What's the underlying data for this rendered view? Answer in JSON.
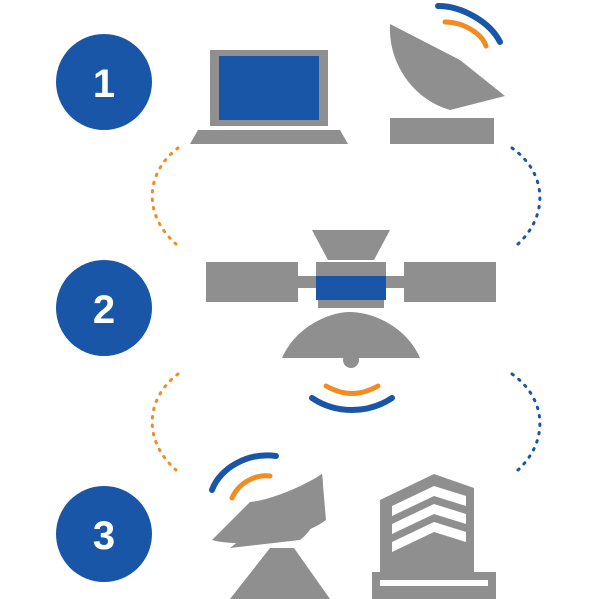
{
  "steps": [
    {
      "number": "1"
    },
    {
      "number": "2"
    },
    {
      "number": "3"
    }
  ],
  "colors": {
    "step_badge": "#1a56a8",
    "icon_gray": "#8f8f8f",
    "accent_blue": "#1a56a8",
    "accent_orange": "#f28b22",
    "background": "#ffffff"
  },
  "icons": [
    "laptop-icon",
    "satellite-dish-icon",
    "satellite-icon",
    "ground-station-dish-icon",
    "office-building-icon"
  ]
}
